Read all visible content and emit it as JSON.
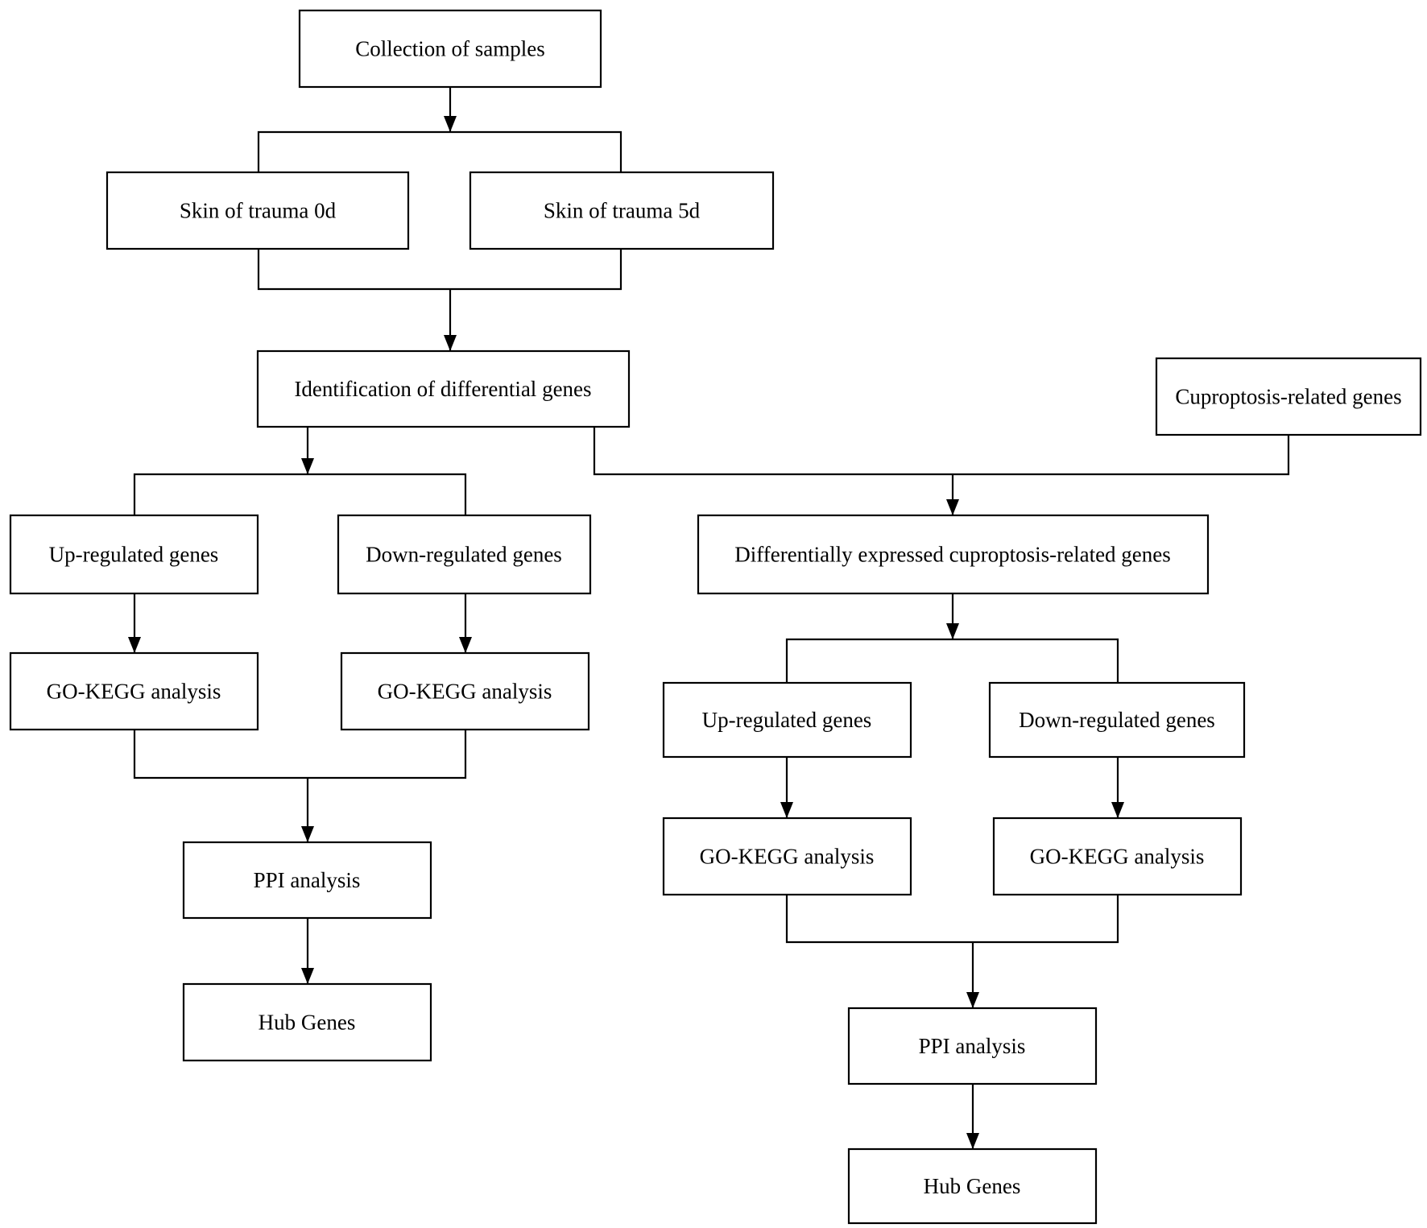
{
  "nodes": {
    "collection": "Collection of samples",
    "skin_0d": "Skin of trauma 0d",
    "skin_5d": "Skin of trauma 5d",
    "identification": "Identification of differential genes",
    "cuproptosis": "Cuproptosis-related genes",
    "left_up": "Up-regulated genes",
    "left_down": "Down-regulated genes",
    "decrg": "Differentially expressed cuproptosis-related genes",
    "left_gokegg_up": "GO-KEGG analysis",
    "left_gokegg_down": "GO-KEGG analysis",
    "right_up": "Up-regulated genes",
    "right_down": "Down-regulated genes",
    "right_gokegg_up": "GO-KEGG analysis",
    "right_gokegg_down": "GO-KEGG analysis",
    "left_ppi": "PPI analysis",
    "right_ppi": "PPI analysis",
    "left_hub": "Hub Genes",
    "right_hub": "Hub Genes"
  },
  "edges": [
    {
      "from": [
        "collection"
      ],
      "to": [
        "skin_0d",
        "skin_5d"
      ]
    },
    {
      "from": [
        "skin_0d",
        "skin_5d"
      ],
      "to": [
        "identification"
      ]
    },
    {
      "from": [
        "identification"
      ],
      "to": [
        "left_up",
        "left_down"
      ]
    },
    {
      "from": [
        "identification",
        "cuproptosis"
      ],
      "to": [
        "decrg"
      ]
    },
    {
      "from": [
        "left_up"
      ],
      "to": [
        "left_gokegg_up"
      ]
    },
    {
      "from": [
        "left_down"
      ],
      "to": [
        "left_gokegg_down"
      ]
    },
    {
      "from": [
        "left_gokegg_up",
        "left_gokegg_down"
      ],
      "to": [
        "left_ppi"
      ]
    },
    {
      "from": [
        "left_ppi"
      ],
      "to": [
        "left_hub"
      ]
    },
    {
      "from": [
        "decrg"
      ],
      "to": [
        "right_up",
        "right_down"
      ]
    },
    {
      "from": [
        "right_up"
      ],
      "to": [
        "right_gokegg_up"
      ]
    },
    {
      "from": [
        "right_down"
      ],
      "to": [
        "right_gokegg_down"
      ]
    },
    {
      "from": [
        "right_gokegg_up",
        "right_gokegg_down"
      ],
      "to": [
        "right_ppi"
      ]
    },
    {
      "from": [
        "right_ppi"
      ],
      "to": [
        "right_hub"
      ]
    }
  ]
}
